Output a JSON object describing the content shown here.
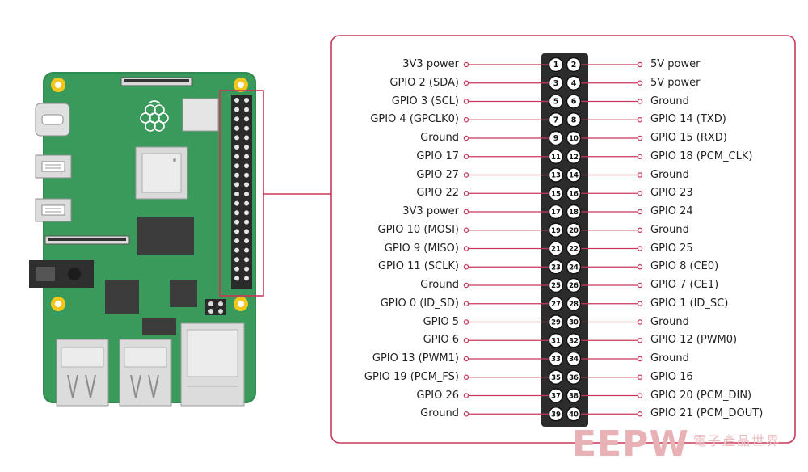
{
  "pins": [
    {
      "left": "3V3 power",
      "right": "5V power",
      "odd": "1",
      "even": "2"
    },
    {
      "left": "GPIO 2 (SDA)",
      "right": "5V power",
      "odd": "3",
      "even": "4"
    },
    {
      "left": "GPIO 3 (SCL)",
      "right": "Ground",
      "odd": "5",
      "even": "6"
    },
    {
      "left": "GPIO 4 (GPCLK0)",
      "right": "GPIO 14 (TXD)",
      "odd": "7",
      "even": "8"
    },
    {
      "left": "Ground",
      "right": "GPIO 15 (RXD)",
      "odd": "9",
      "even": "10"
    },
    {
      "left": "GPIO 17",
      "right": "GPIO 18 (PCM_CLK)",
      "odd": "11",
      "even": "12"
    },
    {
      "left": "GPIO 27",
      "right": "Ground",
      "odd": "13",
      "even": "14"
    },
    {
      "left": "GPIO 22",
      "right": "GPIO 23",
      "odd": "15",
      "even": "16"
    },
    {
      "left": "3V3 power",
      "right": "GPIO 24",
      "odd": "17",
      "even": "18"
    },
    {
      "left": "GPIO 10 (MOSI)",
      "right": "Ground",
      "odd": "19",
      "even": "20"
    },
    {
      "left": "GPIO 9 (MISO)",
      "right": "GPIO 25",
      "odd": "21",
      "even": "22"
    },
    {
      "left": "GPIO 11 (SCLK)",
      "right": "GPIO 8 (CE0)",
      "odd": "23",
      "even": "24"
    },
    {
      "left": "Ground",
      "right": "GPIO 7 (CE1)",
      "odd": "25",
      "even": "26"
    },
    {
      "left": "GPIO 0 (ID_SD)",
      "right": "GPIO 1 (ID_SC)",
      "odd": "27",
      "even": "28"
    },
    {
      "left": "GPIO 5",
      "right": "Ground",
      "odd": "29",
      "even": "30"
    },
    {
      "left": "GPIO 6",
      "right": "GPIO 12 (PWM0)",
      "odd": "31",
      "even": "32"
    },
    {
      "left": "GPIO 13 (PWM1)",
      "right": "Ground",
      "odd": "33",
      "even": "34"
    },
    {
      "left": "GPIO 19 (PCM_FS)",
      "right": "GPIO 16",
      "odd": "35",
      "even": "36"
    },
    {
      "left": "GPIO 26",
      "right": "GPIO 20 (PCM_DIN)",
      "odd": "37",
      "even": "38"
    },
    {
      "left": "Ground",
      "right": "GPIO 21 (PCM_DOUT)",
      "odd": "39",
      "even": "40"
    }
  ],
  "watermark": {
    "text": "EEPW",
    "cn": "電子產品世界"
  },
  "colors": {
    "callout": "#c8385a",
    "board": "#3a9a5b",
    "board_edge": "#2f8a4f",
    "chip": "#3c3c3c",
    "mount_hole": "#f2c71b",
    "header_bg": "#2a2a2a",
    "pin_fill": "#ffffff"
  }
}
